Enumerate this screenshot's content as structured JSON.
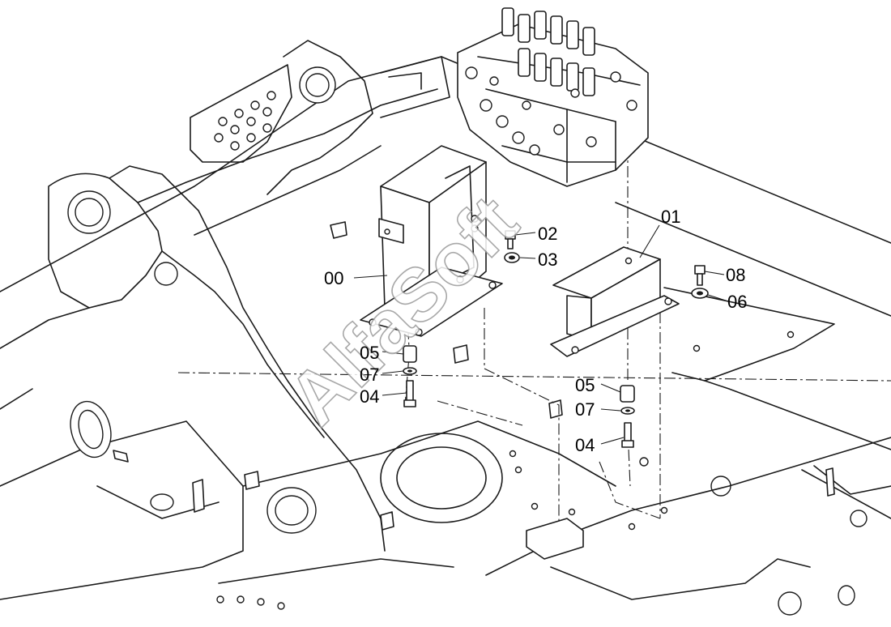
{
  "diagram": {
    "callouts": [
      {
        "id": "c00",
        "label": "00"
      },
      {
        "id": "c01",
        "label": "01"
      },
      {
        "id": "c02",
        "label": "02"
      },
      {
        "id": "c03",
        "label": "03"
      },
      {
        "id": "c04a",
        "label": "04"
      },
      {
        "id": "c04b",
        "label": "04"
      },
      {
        "id": "c05a",
        "label": "05"
      },
      {
        "id": "c05b",
        "label": "05"
      },
      {
        "id": "c06",
        "label": "06"
      },
      {
        "id": "c07a",
        "label": "07"
      },
      {
        "id": "c07b",
        "label": "07"
      },
      {
        "id": "c08",
        "label": "08"
      }
    ],
    "watermark": "AlfaSoft"
  }
}
